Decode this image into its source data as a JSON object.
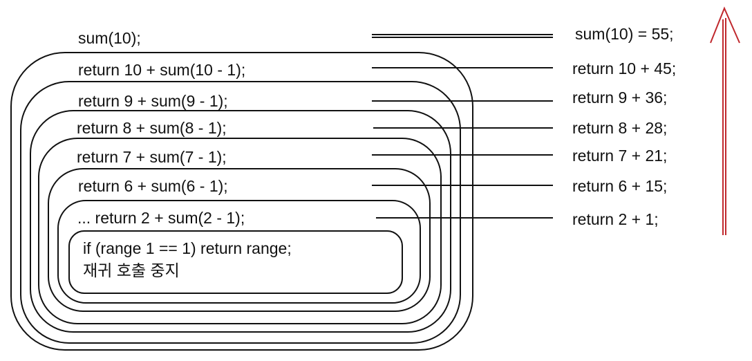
{
  "call_header": "sum(10);",
  "call_frames": [
    "return 10 + sum(10 - 1);",
    "return 9 + sum(9 - 1);",
    "return 8 + sum(8 - 1);",
    "return 7 + sum(7 - 1);",
    "return 6 + sum(6 - 1);",
    "... return 2 + sum(2 - 1);"
  ],
  "base_case": {
    "code": "if (range 1 == 1) return range;",
    "note": "재귀 호출 중지"
  },
  "results": [
    "sum(10) = 55;",
    "return 10 + 45;",
    "return 9 + 36;",
    "return 8 + 28;",
    "return 7 + 21;",
    "return 6 + 15;",
    "return 2 + 1;"
  ],
  "colors": {
    "ink": "#111111",
    "return_arrow": "#c0282d"
  }
}
